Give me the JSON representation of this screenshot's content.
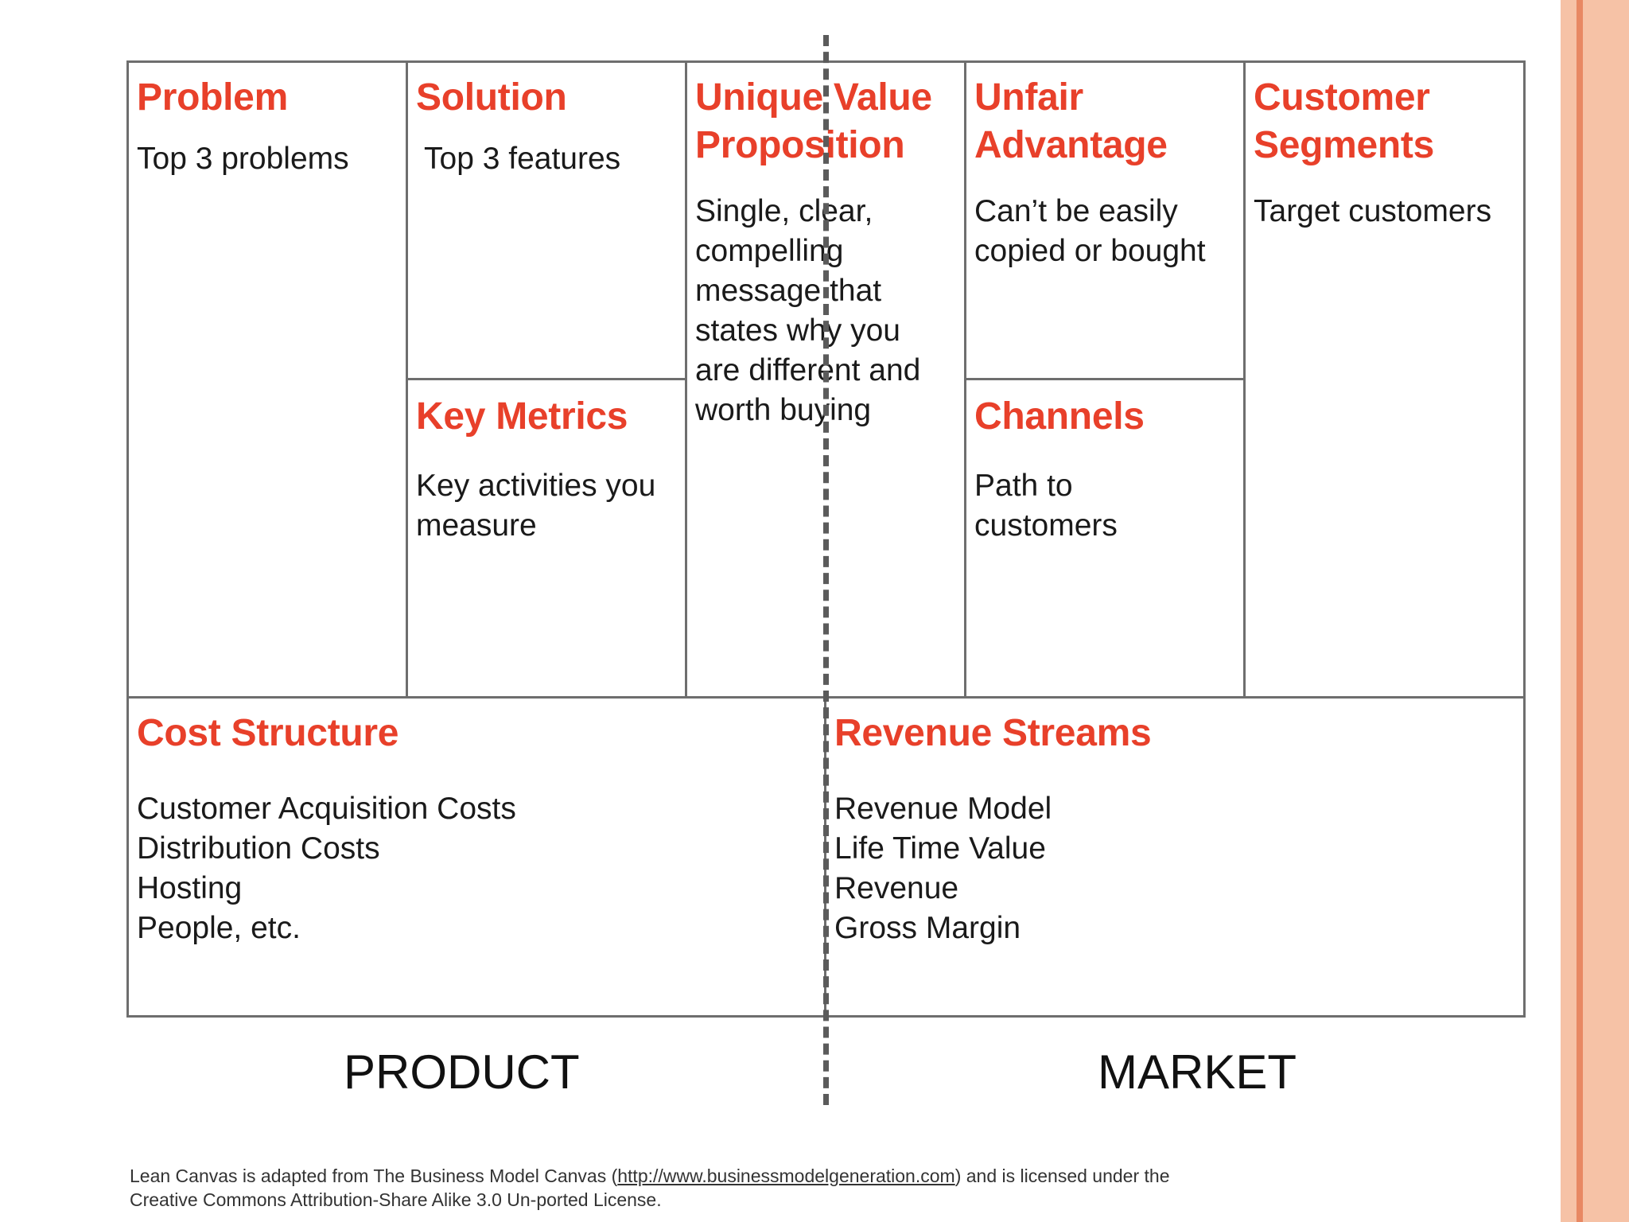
{
  "colors": {
    "accent": "#e8402a",
    "text": "#1a1a1a",
    "border": "#6e6e6e",
    "frame_peach": "#f6c2a6",
    "frame_orange": "#e88863"
  },
  "canvas": {
    "problem": {
      "title": "Problem",
      "body": "Top 3 problems"
    },
    "solution": {
      "title": "Solution",
      "body": "Top 3 features"
    },
    "uvp": {
      "title": "Unique Value\nProposition",
      "body": "Single, clear,\ncompelling\nmessage that\nstates why you\nare different and\nworth buying"
    },
    "unfair_advantage": {
      "title": "Unfair\nAdvantage",
      "body": "Can’t be easily\ncopied or bought"
    },
    "customer_segments": {
      "title": "Customer\nSegments",
      "body": "Target customers"
    },
    "key_metrics": {
      "title": "Key Metrics",
      "body": "Key activities you\nmeasure"
    },
    "channels": {
      "title": "Channels",
      "body": "Path to\ncustomers"
    },
    "cost_structure": {
      "title": "Cost Structure",
      "body": "Customer Acquisition Costs\nDistribution Costs\nHosting\nPeople, etc."
    },
    "revenue_streams": {
      "title": "Revenue Streams",
      "body": "Revenue Model\nLife Time Value\nRevenue\nGross Margin"
    }
  },
  "labels": {
    "product": "PRODUCT",
    "market": "MARKET"
  },
  "footer": {
    "text_before": "Lean Canvas is adapted from The Business Model Canvas (",
    "link": "http://www.businessmodelgeneration.com",
    "text_after": ") and is licensed under the",
    "line2": "Creative Commons Attribution-Share Alike 3.0 Un-ported License."
  }
}
